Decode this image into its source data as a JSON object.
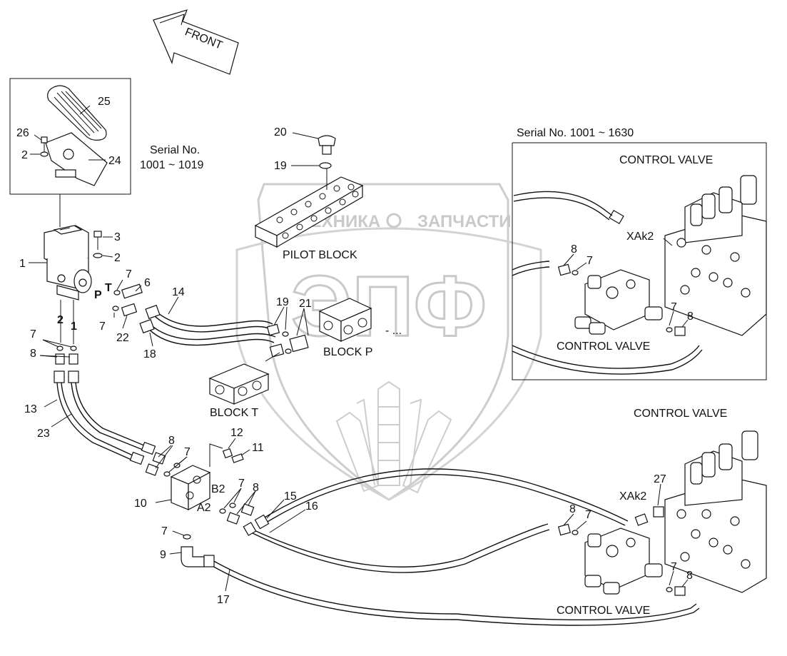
{
  "front_arrow": {
    "label": "FRONT"
  },
  "watermark": {
    "brand_left": "ТЕХНИКА",
    "brand_right": "ЗАПЧАСТИ",
    "logo": "ЭПФ"
  },
  "serials": {
    "pedal": [
      "Serial No.",
      "1001 ~ 1019"
    ],
    "valve_box": "Serial No. 1001 ~ 1630"
  },
  "blocks": {
    "pilot": "PILOT BLOCK",
    "block_p": "BLOCK P",
    "block_t": "BLOCK T",
    "control_valve": "CONTROL VALVE"
  },
  "ports": {
    "p": "P",
    "t": "T",
    "port_2": "2",
    "port_1": "1",
    "b2": "B2",
    "a2": "A2",
    "xak2": "XAk2"
  },
  "dots": "- ...",
  "callouts": {
    "n1": "1",
    "n2": "2",
    "n3": "3",
    "n6": "6",
    "n7": "7",
    "n8": "8",
    "n9": "9",
    "n10": "10",
    "n11": "11",
    "n12": "12",
    "n13": "13",
    "n14": "14",
    "n15": "15",
    "n16": "16",
    "n17": "17",
    "n18": "18",
    "n19": "19",
    "n20": "20",
    "n21": "21",
    "n22": "22",
    "n23": "23",
    "n24": "24",
    "n25": "25",
    "n26": "26",
    "n27": "27"
  }
}
